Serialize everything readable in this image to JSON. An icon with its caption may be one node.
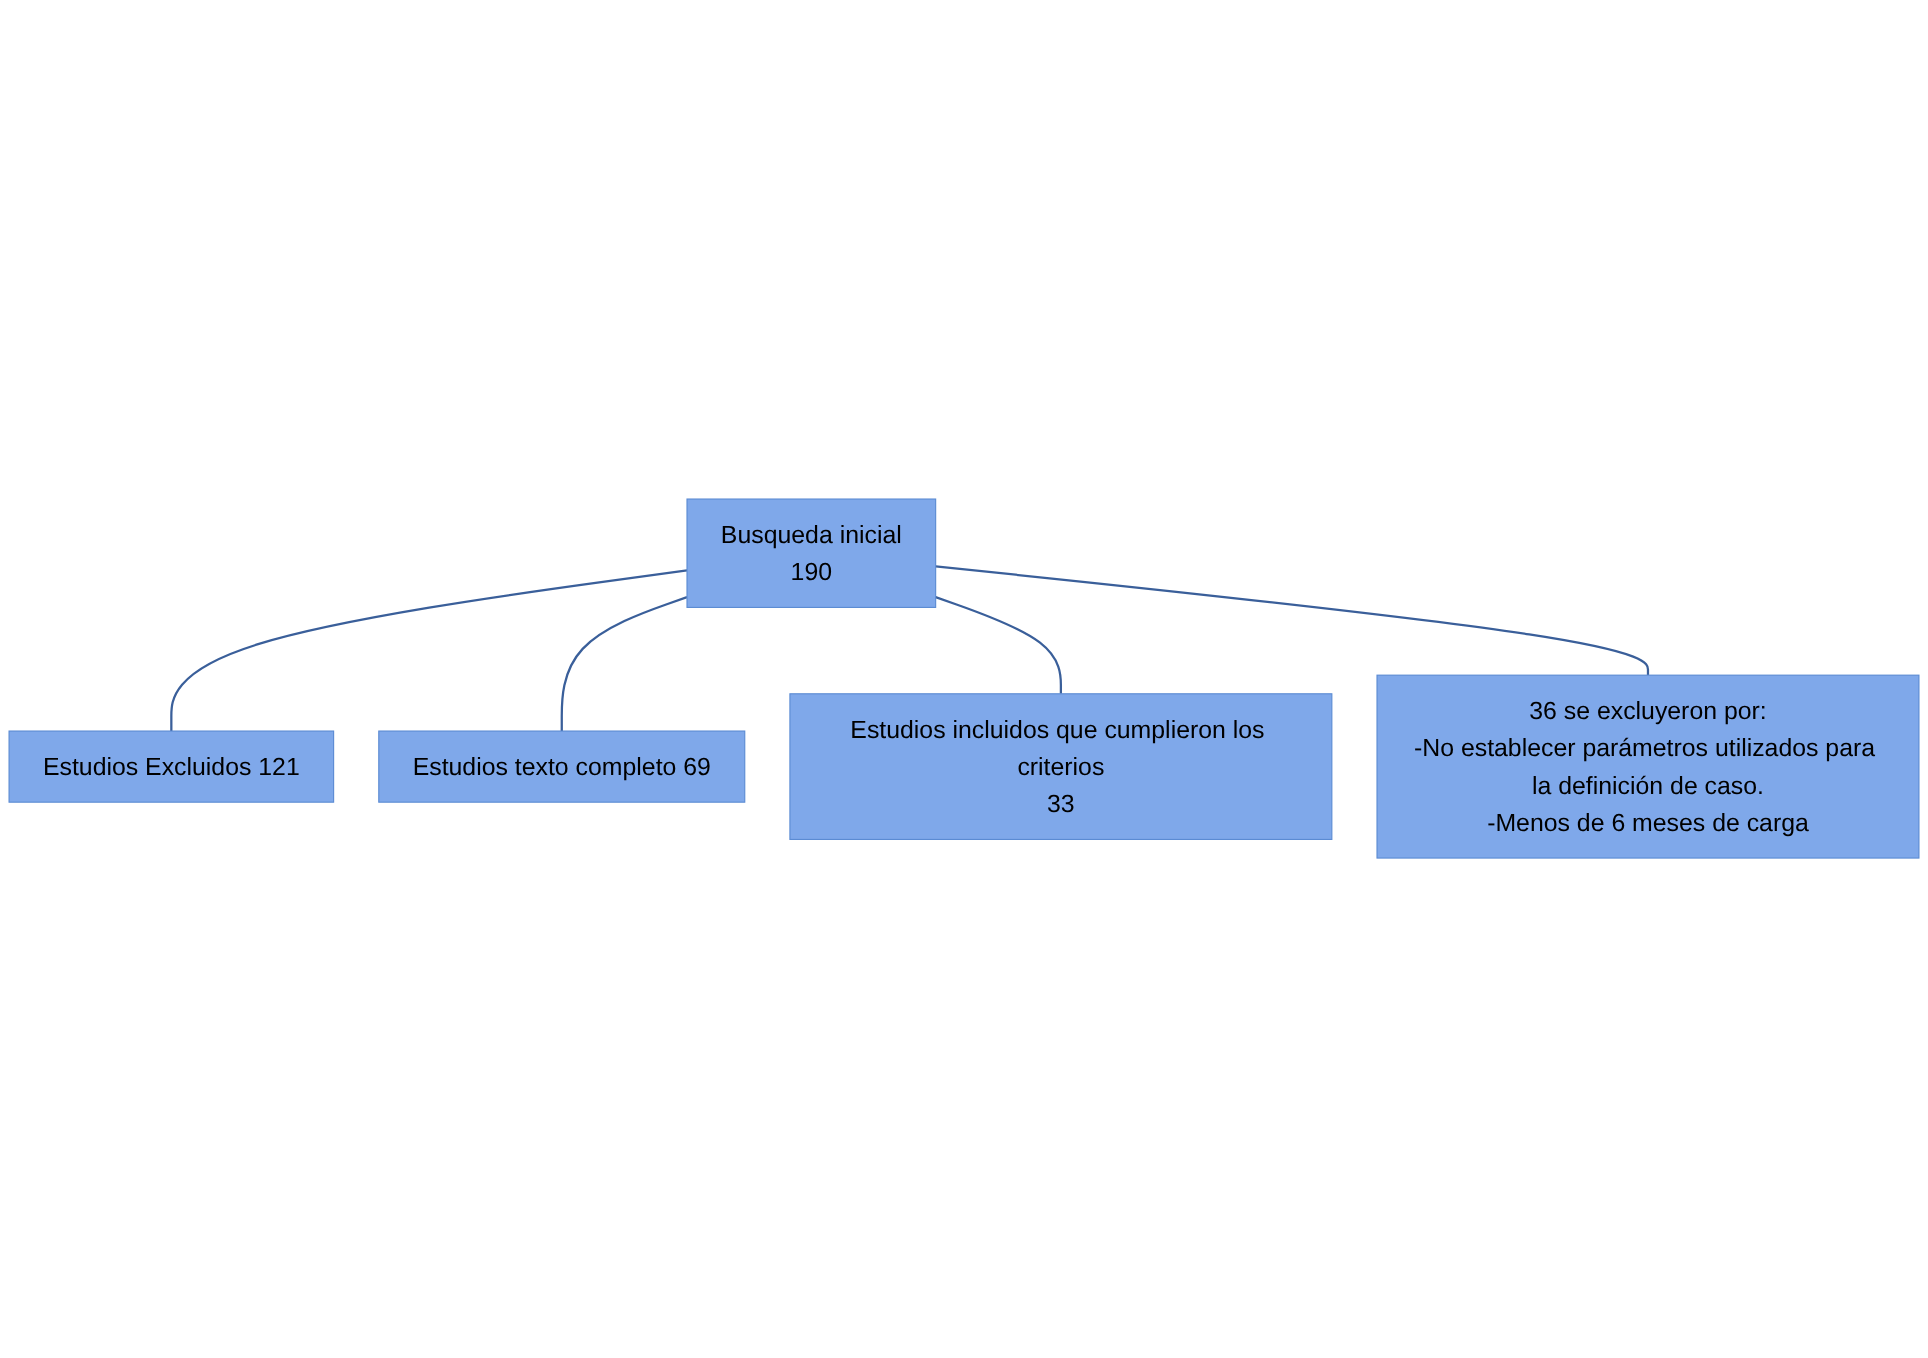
{
  "diagram": {
    "nodes": [
      {
        "text": [
          "Busqueda inicial",
          "190"
        ]
      },
      {
        "text": [
          "Estudios Excluidos 121"
        ]
      },
      {
        "text": [
          "Estudios texto completo 69"
        ]
      },
      {
        "text": [
          "Estudios incluidos que cumplieron los criterios",
          "33"
        ]
      },
      {
        "text": [
          "36 se excluyeron por:",
          "-No establecer parámetros utilizados para la definición de caso.",
          "-Menos de 6 meses de carga"
        ]
      }
    ],
    "edges": [
      {
        "from": 0,
        "to": 1,
        "arrow": "none"
      },
      {
        "from": 0,
        "to": 2,
        "arrow": "none"
      },
      {
        "from": 0,
        "to": 3,
        "arrow": "none"
      },
      {
        "from": 0,
        "to": 4,
        "arrow": "none"
      }
    ]
  }
}
